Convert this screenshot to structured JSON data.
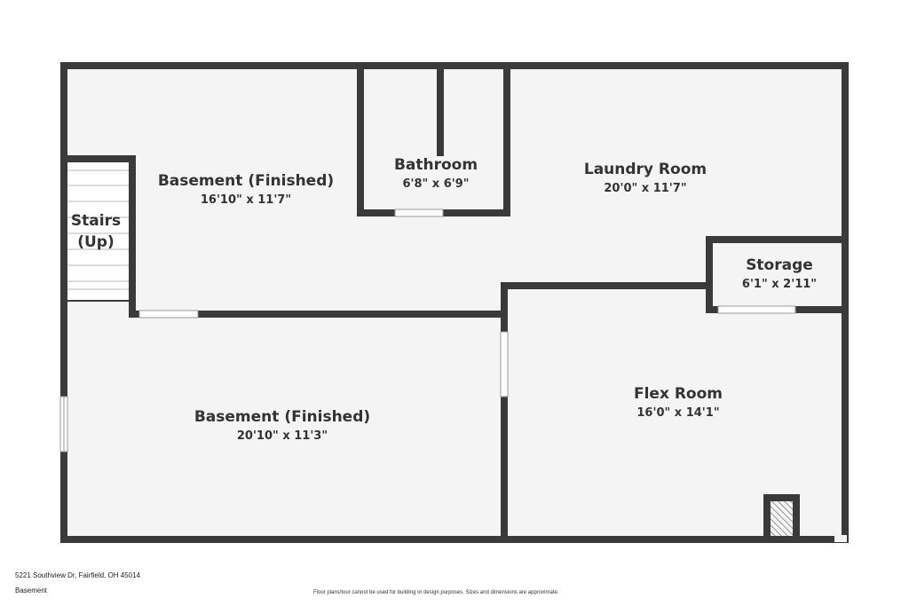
{
  "colors": {
    "wall": "#3a3a3a",
    "floor": "#f4f4f4",
    "stairs_fill": "#ffffff",
    "window": "#ffffff"
  },
  "rooms": {
    "basement_top": {
      "name": "Basement (Finished)",
      "dims": "16'10\" x 11'7\""
    },
    "bathroom": {
      "name": "Bathroom",
      "dims": "6'8\" x 6'9\""
    },
    "laundry": {
      "name": "Laundry Room",
      "dims": "20'0\" x 11'7\""
    },
    "storage": {
      "name": "Storage",
      "dims": "6'1\" x 2'11\""
    },
    "stairs": {
      "name_line1": "Stairs",
      "name_line2": "(Up)"
    },
    "basement_bottom": {
      "name": "Basement (Finished)",
      "dims": "20'10\" x 11'3\""
    },
    "flex": {
      "name": "Flex Room",
      "dims": "16'0\" x 14'1\""
    }
  },
  "footer": {
    "address": "5221 Southview Dr, Fairfield, OH 45014",
    "level": "Basement",
    "disclaimer": "Floor plans/tour cannot be used for building or design purposes. Sizes and dimensions are approximate."
  }
}
